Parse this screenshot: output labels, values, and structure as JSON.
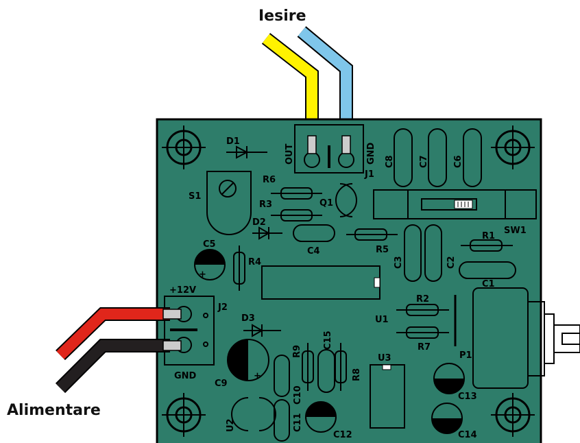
{
  "wire_labels": {
    "output": "Iesire",
    "power": "Alimentare"
  },
  "colors": {
    "board": "#2e7d6a",
    "wire_yellow": "#fff200",
    "wire_blue": "#7fc6ea",
    "wire_red": "#e0261b",
    "wire_black": "#231f20"
  },
  "components": {
    "D1": "D1",
    "D2": "D2",
    "D3": "D3",
    "S1": "S1",
    "R1": "R1",
    "R2": "R2",
    "R3": "R3",
    "R4": "R4",
    "R5": "R5",
    "R6": "R6",
    "R7": "R7",
    "R8": "R8",
    "R9": "R9",
    "Q1": "Q1",
    "C1": "C1",
    "C2": "C2",
    "C3": "C3",
    "C4": "C4",
    "C5": "C5",
    "C6": "C6",
    "C7": "C7",
    "C8": "C8",
    "C9": "C9",
    "C10": "C10",
    "C11": "C11",
    "C12": "C12",
    "C13": "C13",
    "C14": "C14",
    "C15": "C15",
    "J1": "J1",
    "J2": "J2",
    "SW1": "SW1",
    "U1": "U1",
    "U2": "U2",
    "U3": "U3",
    "P1": "P1"
  },
  "pins": {
    "out": "OUT",
    "gnd_j1": "GND",
    "plus12": "+12V",
    "gnd_j2": "GND",
    "plus": "+"
  }
}
